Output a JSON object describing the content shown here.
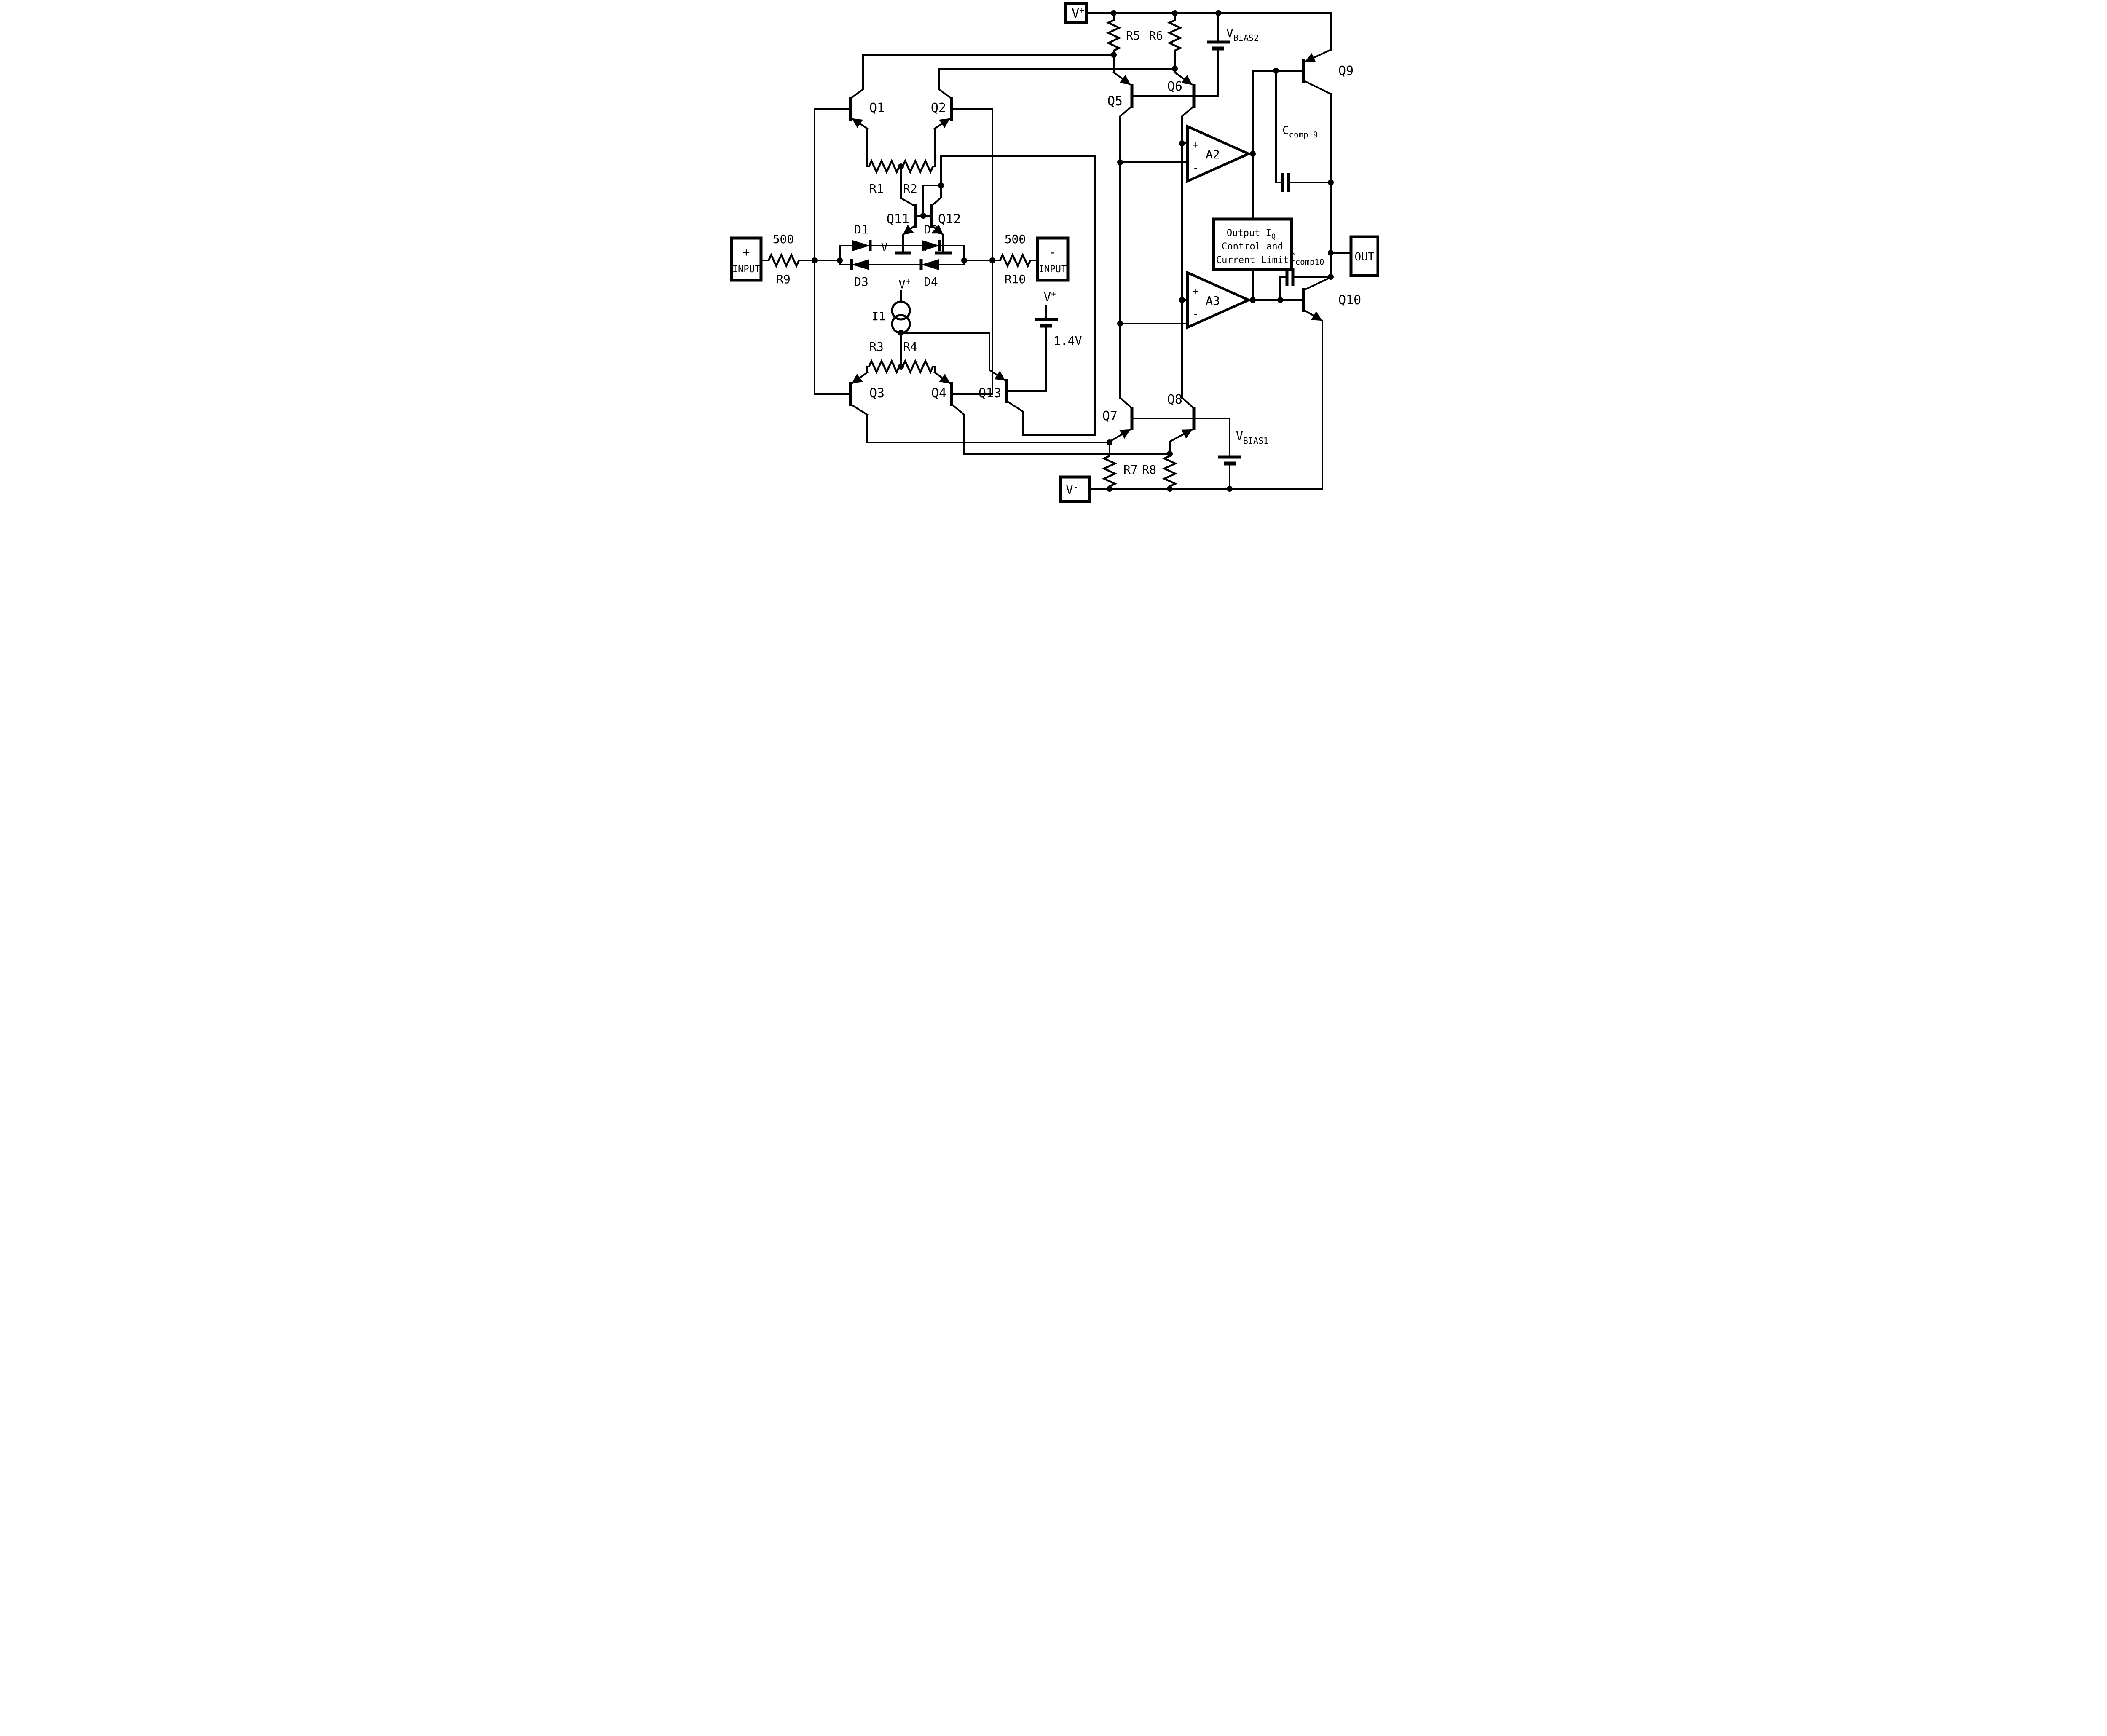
{
  "power": {
    "v": "V",
    "plus": "+",
    "minus": "-",
    "vbias1_sub": "BIAS1",
    "vbias2_sub": "BIAS2",
    "battery_value": "1.4V"
  },
  "sources": {
    "i1": "I1"
  },
  "transistors": {
    "q1": "Q1",
    "q2": "Q2",
    "q3": "Q3",
    "q4": "Q4",
    "q5": "Q5",
    "q6": "Q6",
    "q7": "Q7",
    "q8": "Q8",
    "q9": "Q9",
    "q10": "Q10",
    "q11": "Q11",
    "q12": "Q12",
    "q13": "Q13"
  },
  "resistors": {
    "r1": "R1",
    "r2": "R2",
    "r3": "R3",
    "r4": "R4",
    "r5": "R5",
    "r6": "R6",
    "r7": "R7",
    "r8": "R8",
    "r9": "R9",
    "r10": "R10",
    "r9_value": "500",
    "r10_value": "500"
  },
  "diodes": {
    "d1": "D1",
    "d2": "D2",
    "d3": "D3",
    "d4": "D4"
  },
  "amplifiers": {
    "a2": "A2",
    "a3": "A3",
    "plus": "+",
    "minus": "-"
  },
  "capacitors": {
    "c": "C",
    "comp9_sub": "comp 9",
    "comp10_sub": "comp10"
  },
  "terminals": {
    "input": "INPUT",
    "out": "OUT",
    "in_plus": "+",
    "in_minus": "-"
  },
  "iq_block": {
    "line1_main": "Output I",
    "line1_sub": "Q",
    "line2": "Control and",
    "line3": "Current Limit"
  }
}
